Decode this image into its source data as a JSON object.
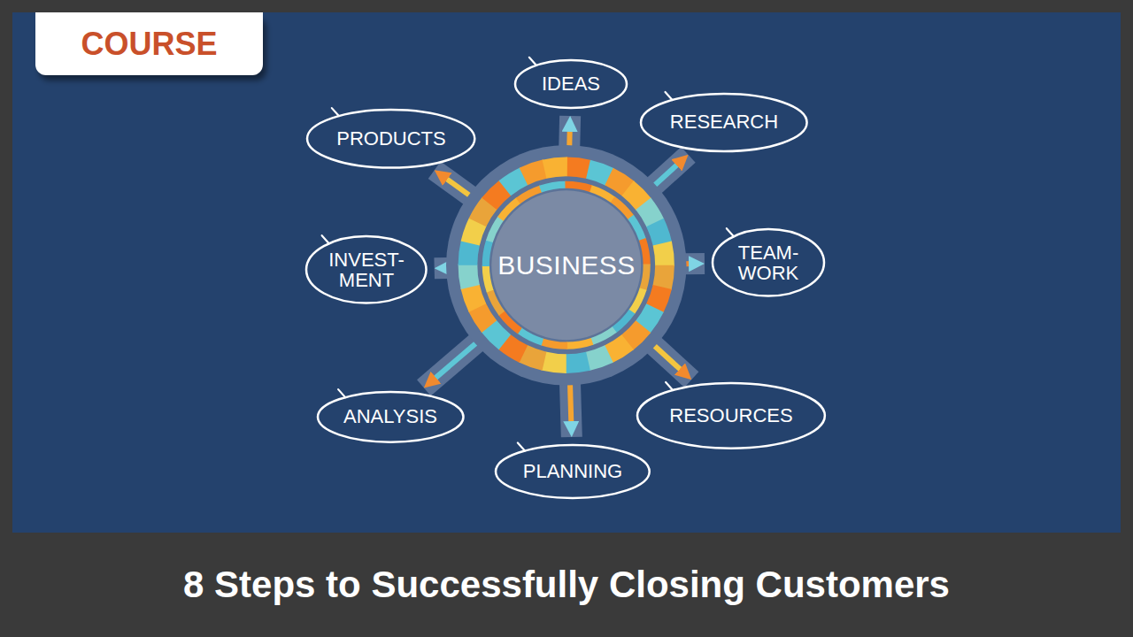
{
  "diagram": {
    "title": "8 Steps to Successfully Closing Customers",
    "nodes": [
      {
        "text": [
          "BUSINESS"
        ]
      },
      {
        "text": [
          "IDEAS"
        ]
      },
      {
        "text": [
          "RESEARCH"
        ]
      },
      {
        "text": [
          "TEAM- WORK"
        ]
      },
      {
        "text": [
          "RESOURCES"
        ]
      },
      {
        "text": [
          "PLANNING"
        ]
      },
      {
        "text": [
          "ANALYSIS"
        ]
      },
      {
        "text": [
          "INVEST- MENT"
        ]
      },
      {
        "text": [
          "PRODUCTS"
        ]
      }
    ],
    "edges": [
      {
        "from": 0,
        "to": 1,
        "arrow": "to"
      },
      {
        "from": 0,
        "to": 2,
        "arrow": "to"
      },
      {
        "from": 0,
        "to": 3,
        "arrow": "to"
      },
      {
        "from": 0,
        "to": 4,
        "arrow": "to"
      },
      {
        "from": 0,
        "to": 5,
        "arrow": "to"
      },
      {
        "from": 0,
        "to": 6,
        "arrow": "to"
      },
      {
        "from": 0,
        "to": 7,
        "arrow": "to"
      },
      {
        "from": 0,
        "to": 8,
        "arrow": "to"
      }
    ],
    "labels": [
      "COURSE"
    ]
  }
}
